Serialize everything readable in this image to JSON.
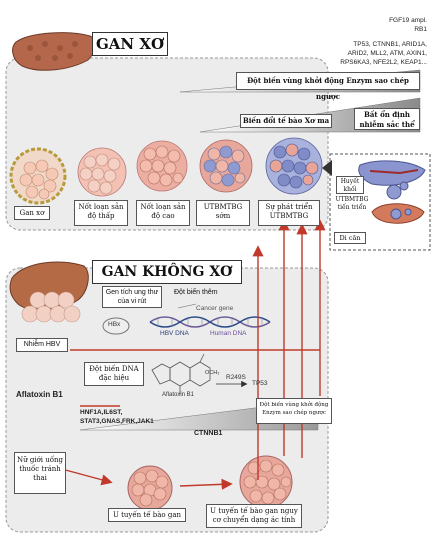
{
  "colors": {
    "red_arrow": "#c0392b",
    "ramp_start": "#ffffff",
    "ramp_end": "#7a7a7a",
    "nodule_fill": "#e8a9a0",
    "tumor_fill": "#9aa6d6",
    "liver": "#b4674a"
  },
  "top": {
    "title": "GAN XƠ",
    "genes": {
      "right_lines": [
        "FGF19 ampl.",
        "RB1"
      ],
      "wide_lines": [
        "TP53, CTNNB1, ARID1A,",
        "ARID2, MLL2, ATM, AXIN1,",
        "RPS6KA3, NFE2L2, KEAP1..."
      ]
    },
    "ramps": {
      "promoter": "Đột biến vùng khởi động Enzym sao chép ngược",
      "epigenetic": "Biến đổi tế bào Xơ ma",
      "chromosomal": "Bất ổn định nhiễm sắc thể"
    },
    "stages": [
      {
        "label": "Gan xơ"
      },
      {
        "label": "Nốt loạn sản độ thấp"
      },
      {
        "label": "Nốt loạn sản độ cao"
      },
      {
        "label": "UTBMTBG sớm"
      },
      {
        "label": "Sự phát triển UTBMTBG"
      }
    ],
    "advanced": {
      "vascular": "Huyết khối",
      "advanced_hcc": "UTBMTBG tiến triển",
      "metastasis": "Di căn"
    }
  },
  "bottom": {
    "title": "GAN KHÔNG XƠ",
    "hbv": {
      "integration_box": "Gen tích ung thư của vi rút",
      "mutation": "Đột biến thêm",
      "cancer_gene": "Cancer gene",
      "hbx": "HBx",
      "hbv_dna": "HBV DNA",
      "human_dna": "Human DNA",
      "infection": "Nhiễm HBV"
    },
    "aflatoxin": {
      "box": "Đột biến DNA đặc hiệu",
      "exposure": "Aflatoxin B1",
      "compound": "Aflatoxin B1",
      "mutation": "R249S",
      "gene": "TP53",
      "och3": "OCH₃"
    },
    "promoter_box": "Đột biến vùng khởi động Enzym sao chép ngược",
    "genes": [
      "HNF1A,IL6ST,",
      "STAT3,GNAS,FRK,JAK1"
    ],
    "ctnnb1": "CTNNB1",
    "contraceptive": "Nữ giới uống thuốc tránh thai",
    "adenoma": "U tuyến tế bào gan",
    "malignant_adenoma": "U tuyến tế bào gan nguy cơ chuyển dạng ác tính"
  }
}
